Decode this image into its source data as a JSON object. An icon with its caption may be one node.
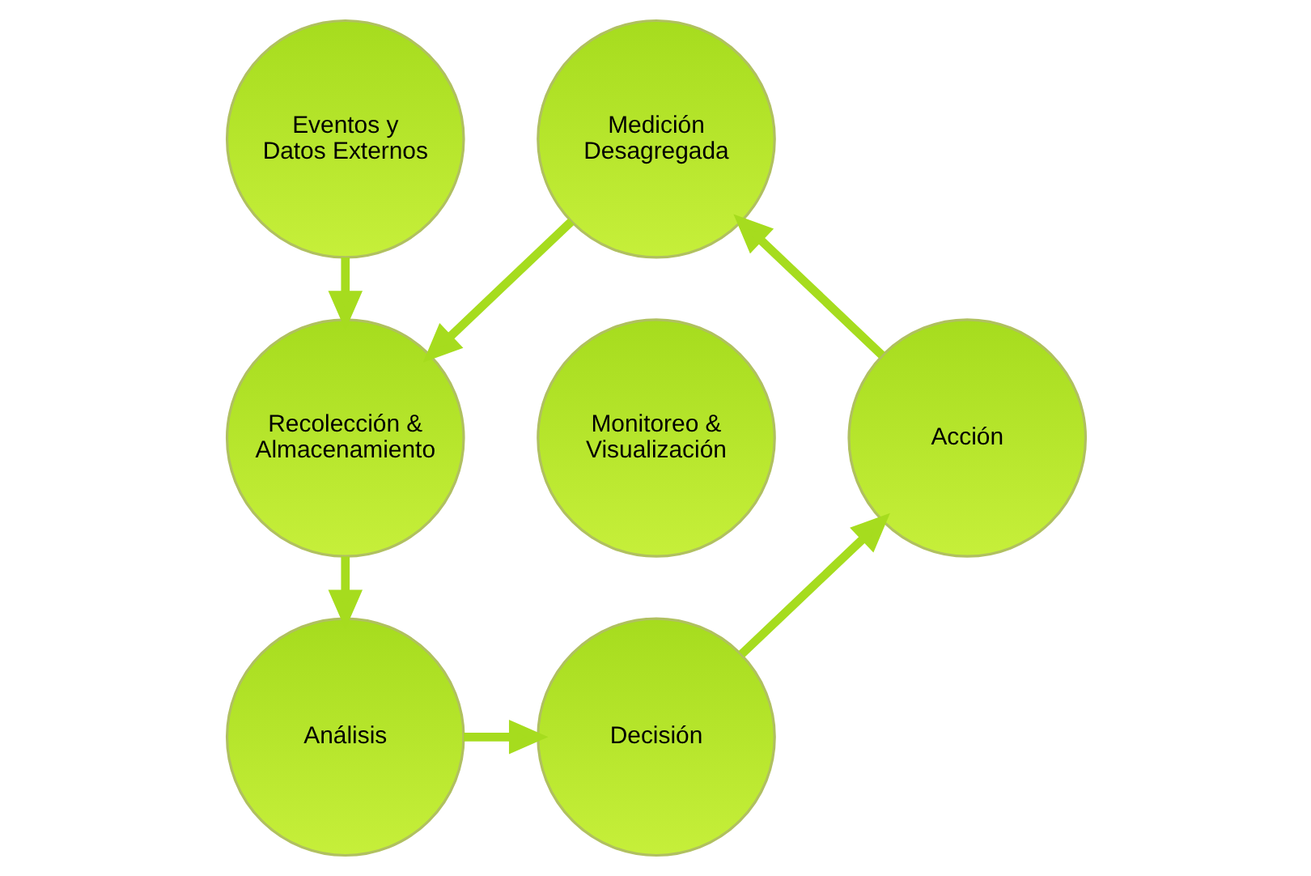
{
  "diagram": {
    "nodes": [
      {
        "text": [
          "Medición Desagregada"
        ]
      },
      {
        "text": [
          "Eventos y Datos Externos"
        ]
      },
      {
        "text": [
          "Acción"
        ]
      },
      {
        "text": [
          "Recolección & Almacenamiento"
        ]
      },
      {
        "text": [
          "Monitoreo & Visualización"
        ]
      },
      {
        "text": [
          "Decisión"
        ]
      },
      {
        "text": [
          "Análisis"
        ]
      }
    ],
    "edges": [
      {
        "from": 0,
        "to": 3,
        "arrow": "to"
      },
      {
        "from": 1,
        "to": 3,
        "arrow": "to"
      },
      {
        "from": 3,
        "to": 6,
        "arrow": "to"
      },
      {
        "from": 6,
        "to": 5,
        "arrow": "to"
      },
      {
        "from": 5,
        "to": 2,
        "arrow": "to"
      },
      {
        "from": 2,
        "to": 0,
        "arrow": "to"
      }
    ]
  }
}
